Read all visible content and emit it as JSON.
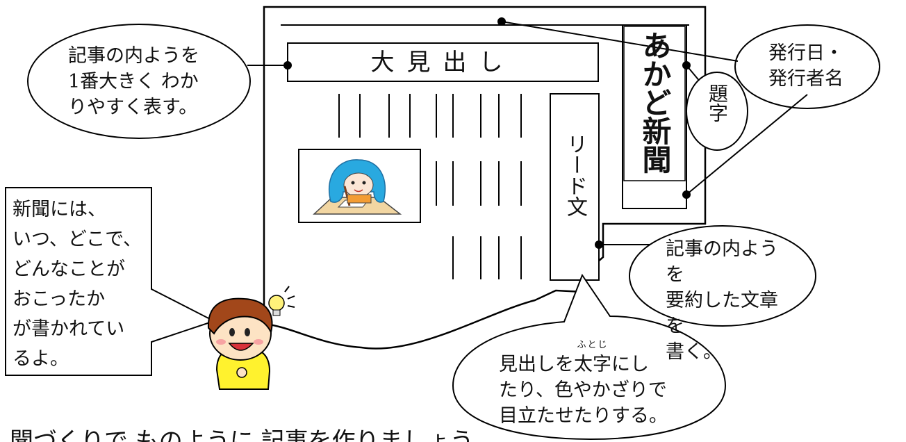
{
  "newspaper": {
    "title_vertical": "あかど新聞",
    "headline_box": "大見出し",
    "lead_vertical": "リード文"
  },
  "callouts": {
    "headline_note": [
      "記事の内ようを",
      "1番大きく わか",
      "りやすく表す。"
    ],
    "date_publisher": [
      "発行日・",
      "発行者名"
    ],
    "title_label": "題字",
    "lead_note": [
      "記事の内ようを",
      "要約した文章を",
      "書く。"
    ],
    "bold_note": {
      "line1_before": "見出しを",
      "line1_ruby_base": "太字",
      "line1_ruby_text": "ふとじ",
      "line1_after": "にし",
      "line2": "たり、色やかざりで",
      "line3": "目立たせたりする。"
    },
    "boy_note": [
      "新聞には、",
      "いつ、どこで、",
      "どんなことが",
      "おこったか",
      "が書かれてい",
      "るよ。"
    ]
  },
  "bottom_text": "聞づくりで ものように 記事を作りましょう"
}
